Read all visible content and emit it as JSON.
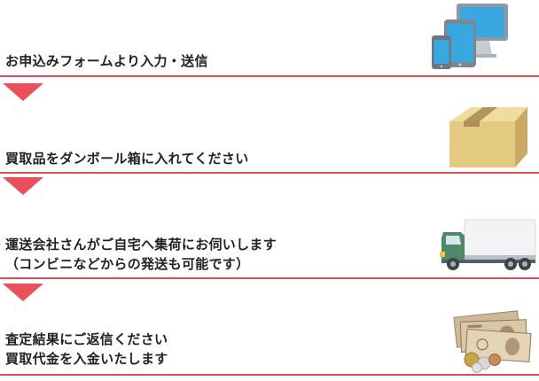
{
  "steps": [
    {
      "lines": [
        "お申込みフォームより入力・送信"
      ],
      "icon": "devices-icon"
    },
    {
      "lines": [
        "買取品をダンボール箱に入れてください"
      ],
      "icon": "cardboard-box-icon"
    },
    {
      "lines": [
        "運送会社さんがご自宅へ集荷にお伺いします",
        "（コンビニなどからの発送も可能です）"
      ],
      "icon": "delivery-truck-icon"
    },
    {
      "lines": [
        "査定結果にご返信ください",
        "買取代金を入金いたします"
      ],
      "icon": "money-icon"
    }
  ],
  "colors": {
    "accent": "#e8505b",
    "line": "#d9505a",
    "box": "#e7cf8a",
    "truck_cab": "#4e8a67",
    "screen": "#39a7e0"
  }
}
